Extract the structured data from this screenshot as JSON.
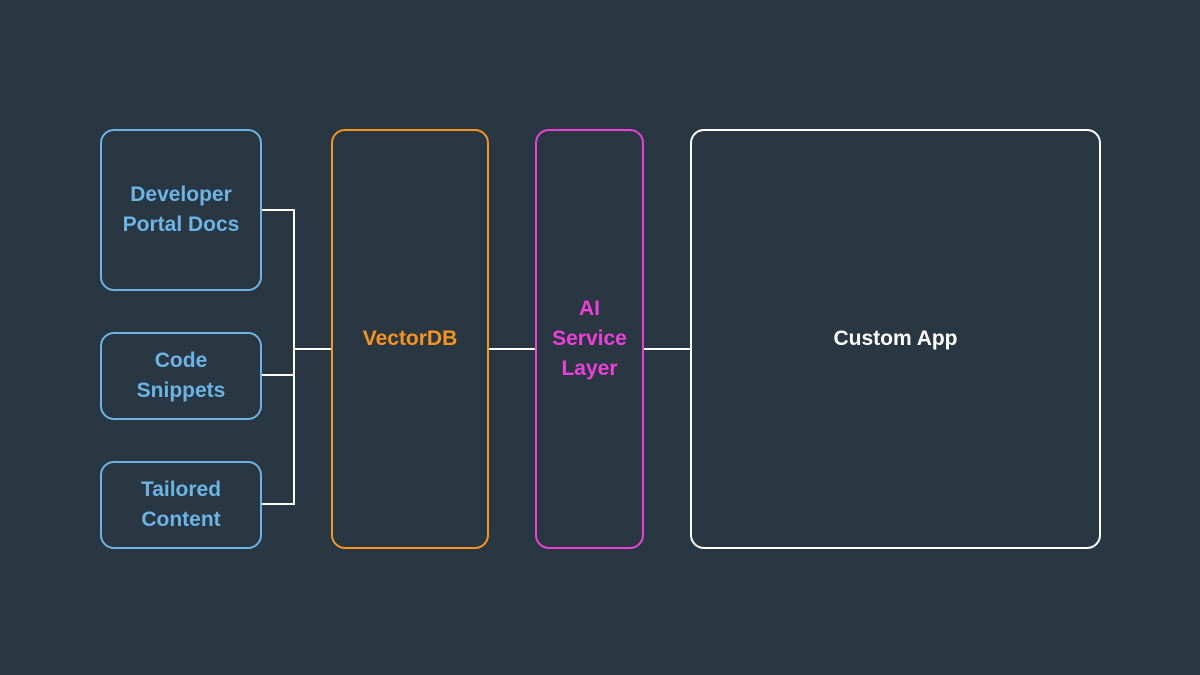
{
  "diagram": {
    "background_color": "#283742",
    "nodes": {
      "developer_portal_docs": {
        "lines": [
          "Developer",
          "Portal Docs"
        ],
        "color": "#6cb4e4"
      },
      "code_snippets": {
        "lines": [
          "Code",
          "Snippets"
        ],
        "color": "#6cb4e4"
      },
      "tailored_content": {
        "lines": [
          "Tailored",
          "Content"
        ],
        "color": "#6cb4e4"
      },
      "vectordb": {
        "lines": [
          "VectorDB"
        ],
        "color": "#f7941d"
      },
      "ai_service_layer": {
        "lines": [
          "AI",
          "Service",
          "Layer"
        ],
        "color": "#ee3fd9"
      },
      "custom_app": {
        "lines": [
          "Custom App"
        ],
        "color": "#ffffff"
      }
    },
    "connector_color": "#ffffff",
    "edges": [
      {
        "from": "developer_portal_docs",
        "to": "vectordb"
      },
      {
        "from": "code_snippets",
        "to": "vectordb"
      },
      {
        "from": "tailored_content",
        "to": "vectordb"
      },
      {
        "from": "vectordb",
        "to": "ai_service_layer"
      },
      {
        "from": "ai_service_layer",
        "to": "custom_app"
      }
    ]
  }
}
